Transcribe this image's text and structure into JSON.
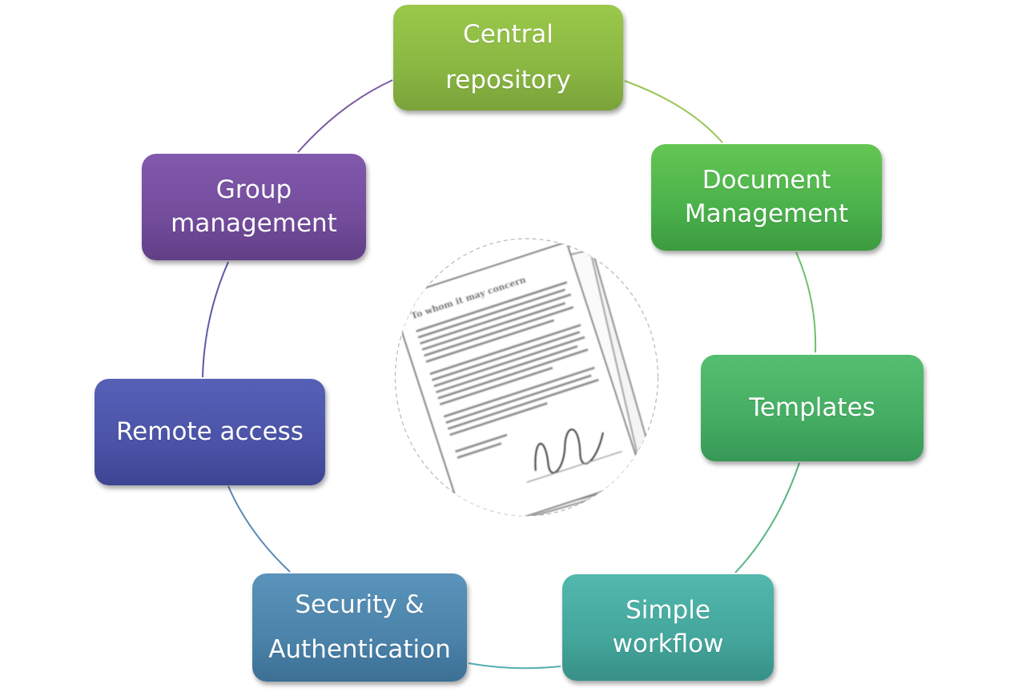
{
  "nodes": {
    "central": "Central\nrepository",
    "document": "Document\nManagement",
    "templates": "Templates",
    "workflow": "Simple\nworkflow",
    "security": "Security &\nAuthentication",
    "remote": "Remote access",
    "group": "Group\nmanagement"
  },
  "center_image": {
    "heading": "To whom it may concern",
    "icon": "signed-document-icon"
  },
  "colors": {
    "central": "#8ab742",
    "document": "#4ab14b",
    "templates": "#44ad62",
    "workflow": "#44a69c",
    "security": "#4b83aa",
    "remote": "#4a53a7",
    "group": "#734c9c"
  }
}
